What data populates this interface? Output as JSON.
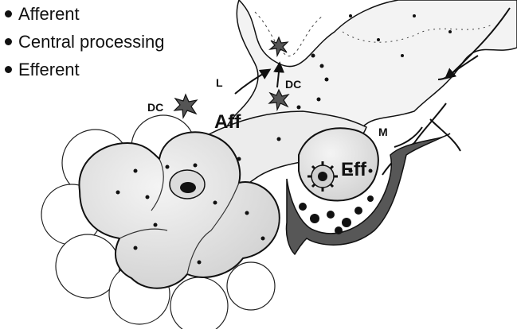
{
  "legend": {
    "items": [
      {
        "label": "Afferent"
      },
      {
        "label": "Central processing"
      },
      {
        "label": "Efferent"
      }
    ]
  },
  "labels": {
    "dc_left": "DC",
    "dc_right": "DC",
    "lymph": "L",
    "afferent": "Aff",
    "efferent": "Eff",
    "macrophage": "M"
  },
  "colors": {
    "ink": "#111111",
    "lobe_fill": "#e6e6e6",
    "duct_fill": "#efefef",
    "vessel_fill": "#5a5a5a"
  },
  "icons": [
    "bullet-icon",
    "dendritic-cell-icon",
    "arrow-icon"
  ]
}
